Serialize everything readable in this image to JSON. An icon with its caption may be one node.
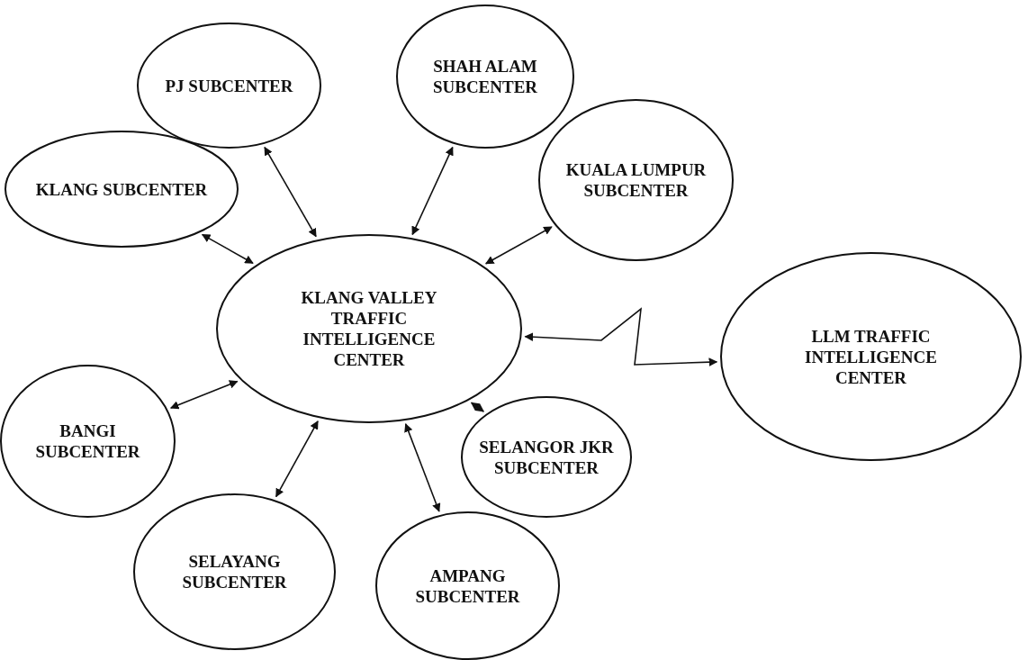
{
  "diagram": {
    "nodes": [
      {
        "text": [
          "PJ SUBCENTER"
        ]
      },
      {
        "text": [
          "SHAH ALAM SUBCENTER"
        ]
      },
      {
        "text": [
          "KLANG SUBCENTER"
        ]
      },
      {
        "text": [
          "KUALA LUMPUR SUBCENTER"
        ]
      },
      {
        "text": [
          "KLANG VALLEY TRAFFIC INTELLIGENCE CENTER"
        ]
      },
      {
        "text": [
          "LLM TRAFFIC INTELLIGENCE CENTER"
        ]
      },
      {
        "text": [
          "BANGI SUBCENTER"
        ]
      },
      {
        "text": [
          "SELANGOR JKR SUBCENTER"
        ]
      },
      {
        "text": [
          "SELAYANG SUBCENTER"
        ]
      },
      {
        "text": [
          "AMPANG SUBCENTER"
        ]
      }
    ],
    "edges": [
      {
        "from": 0,
        "to": 4,
        "arrow": "both"
      },
      {
        "from": 1,
        "to": 4,
        "arrow": "both"
      },
      {
        "from": 2,
        "to": 4,
        "arrow": "both"
      },
      {
        "from": 3,
        "to": 4,
        "arrow": "both"
      },
      {
        "from": 4,
        "to": 5,
        "arrow": "both"
      },
      {
        "from": 6,
        "to": 4,
        "arrow": "both"
      },
      {
        "from": 7,
        "to": 4,
        "arrow": "both"
      },
      {
        "from": 8,
        "to": 4,
        "arrow": "both"
      },
      {
        "from": 9,
        "to": 4,
        "arrow": "both"
      }
    ]
  }
}
